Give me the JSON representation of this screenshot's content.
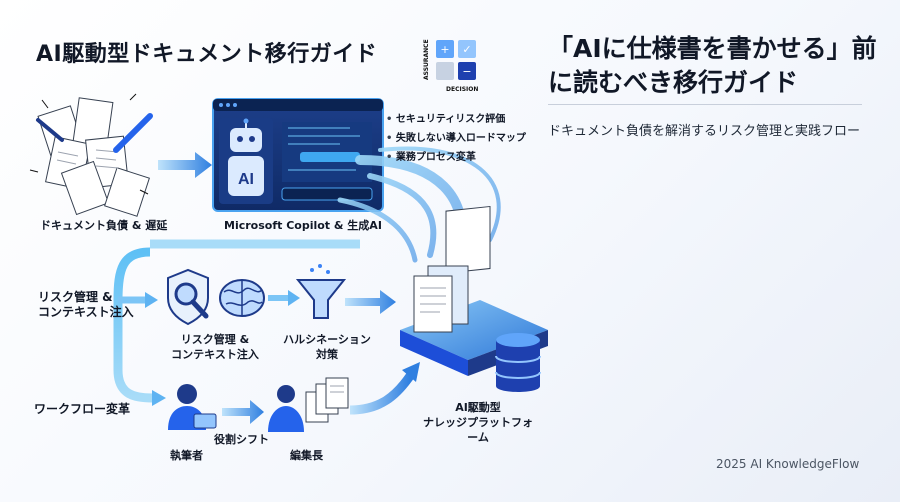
{
  "left_title": "AI駆動型ドキュメント移行ガイド",
  "right_title": "「AIに仕様書を書かせる」前\nに読むべき移行ガイド",
  "right_subtitle": "ドキュメント負債を解消するリスク管理と実践フロー",
  "credit": "2025 AI KnowledgeFlow",
  "matrix": {
    "y_axis": "ASSURANCE",
    "x_axis": "DECISION",
    "cells": [
      "+",
      "✓",
      "",
      "−"
    ]
  },
  "copilot": {
    "label": "Microsoft Copilot & 生成AI",
    "robot_text": "AI"
  },
  "bullets": [
    "セキュリティリスク評価",
    "失敗しない導入ロードマップ",
    "業務プロセス変革"
  ],
  "doc_debt_label": "ドキュメント負債 & 遅延",
  "risk_side_label": "リスク管理 &\nコンテキスト注入",
  "risk_icon_label": "リスク管理 &\nコンテキスト注入",
  "hallucination_label": "ハルシネーション\n対策",
  "workflow_label": "ワークフロー変革",
  "role_shift_label": "役割シフト",
  "writer_label": "執筆者",
  "editor_label": "編集長",
  "platform_label": "AI駆動型\nナレッジプラットフォーム",
  "colors": {
    "accent": "#1e6fd9",
    "light_blue": "#8ec9f5",
    "dark": "#111827"
  }
}
